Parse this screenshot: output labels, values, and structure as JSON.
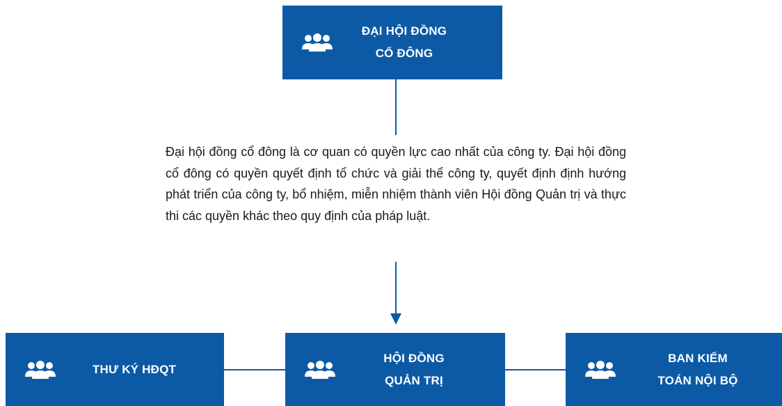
{
  "top_box": {
    "label": "ĐẠI HỘI ĐỒNG\nCỔ ĐÔNG",
    "icon": "people-group-icon"
  },
  "description": "Đại hội đồng cổ đông là cơ quan có quyền lực cao nhất của công ty. Đại hội đồng cổ đông có quyền quyết định tổ chức và giải thể công ty, quyết định định hướng phát triển của công ty, bổ nhiệm, miễn nhiệm thành viên Hội đồng Quản trị và thực thi các quyền khác theo quy định của pháp luật.",
  "bottom_boxes": {
    "left": {
      "label": "THƯ KÝ  HĐQT",
      "icon": "people-group-icon"
    },
    "center": {
      "label": "HỘI ĐỒNG\nQUẢN TRỊ",
      "icon": "people-group-icon"
    },
    "right": {
      "label": "BAN KIỂM\nTOÁN NỘI BỘ",
      "icon": "people-group-icon"
    }
  },
  "colors": {
    "box": "#0c5aa6",
    "text": "#ffffff",
    "line": "#0c5aa6"
  }
}
